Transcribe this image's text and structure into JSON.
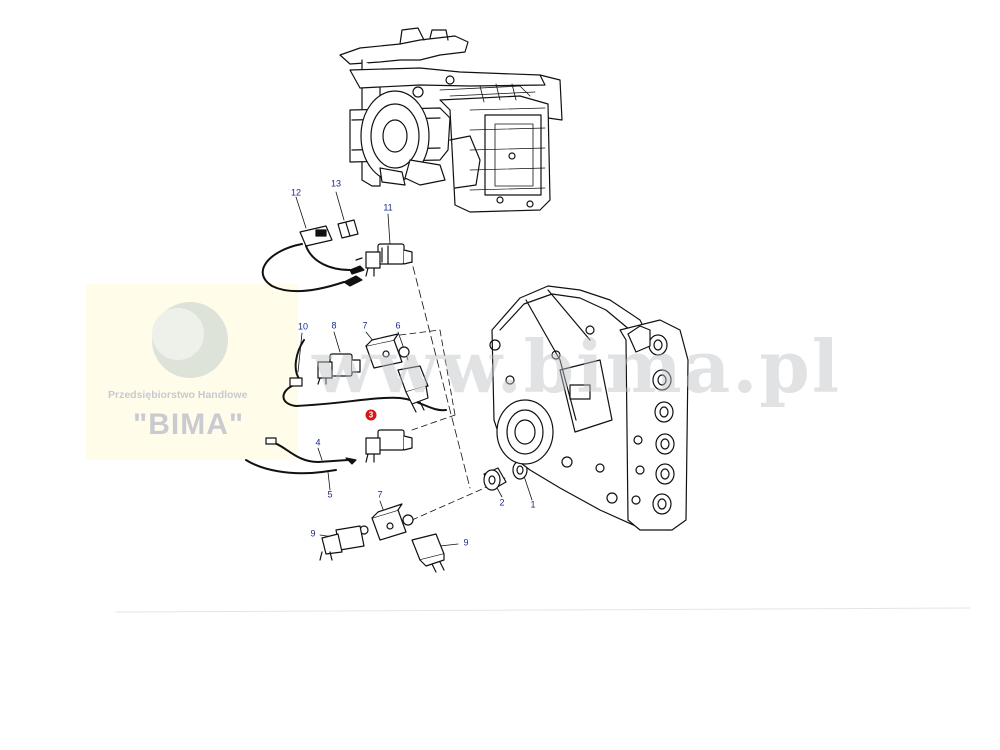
{
  "watermark": {
    "company": "Przedsiębiorstwo Handlowe",
    "name": "\"BIMA\"",
    "url": "www.bima.pl",
    "logo_color": "#d7ddd2",
    "box_color": "#fffbe6"
  },
  "callouts": [
    {
      "id": "callout-12",
      "text": "12"
    },
    {
      "id": "callout-13",
      "text": "13"
    },
    {
      "id": "callout-11",
      "text": "11"
    },
    {
      "id": "callout-10",
      "text": "10"
    },
    {
      "id": "callout-8",
      "text": "8"
    },
    {
      "id": "callout-7-top",
      "text": "7"
    },
    {
      "id": "callout-6",
      "text": "6"
    },
    {
      "id": "callout-3",
      "text": "3",
      "color": "#d41818"
    },
    {
      "id": "callout-4",
      "text": "4"
    },
    {
      "id": "callout-5",
      "text": "5"
    },
    {
      "id": "callout-7-bottom",
      "text": "7"
    },
    {
      "id": "callout-9-left",
      "text": "9"
    },
    {
      "id": "callout-9-right",
      "text": "9"
    },
    {
      "id": "callout-2",
      "text": "2"
    },
    {
      "id": "callout-1",
      "text": "1"
    }
  ],
  "colors": {
    "callout_text": "#1a2a8a",
    "line_art": "#111111"
  }
}
